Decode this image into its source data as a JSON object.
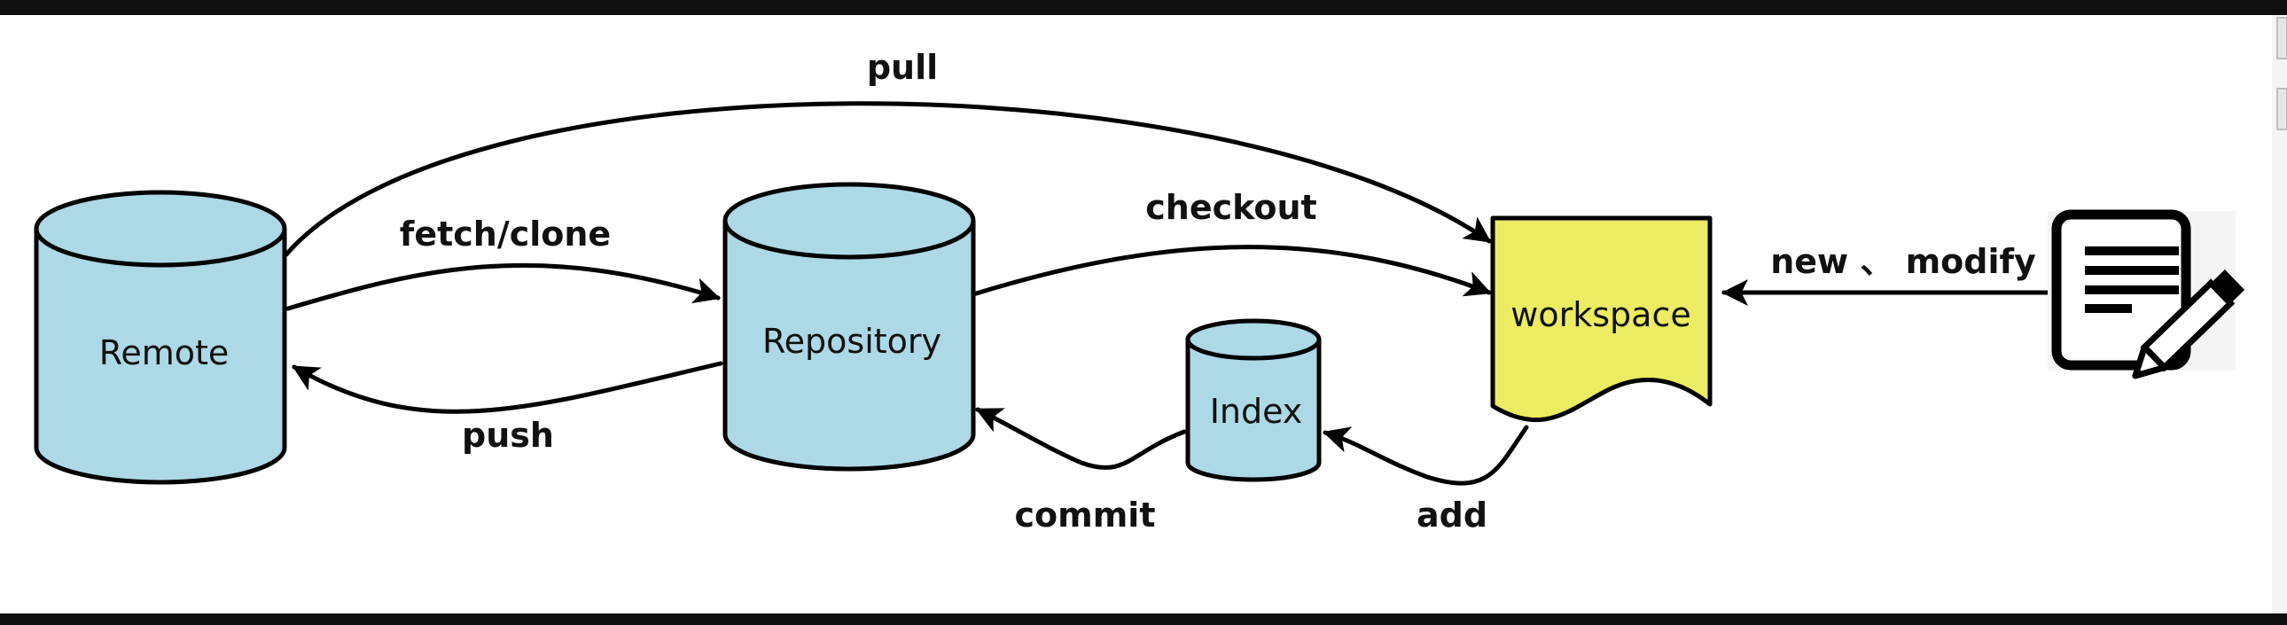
{
  "colors": {
    "cylinder_fill": "#add8e6",
    "workspace_fill": "#ecec62",
    "stroke": "#000000",
    "frame_bar": "#0f0f0f",
    "background": "#ffffff"
  },
  "nodes": {
    "remote": "Remote",
    "repository": "Repository",
    "index": "Index",
    "workspace": "workspace"
  },
  "edges": {
    "pull": "pull",
    "fetch_clone": "fetch/clone",
    "push": "push",
    "checkout": "checkout",
    "commit": "commit",
    "add": "add",
    "new_modify": "new 、 modify"
  },
  "icons": {
    "editor": "document-edit-icon"
  }
}
